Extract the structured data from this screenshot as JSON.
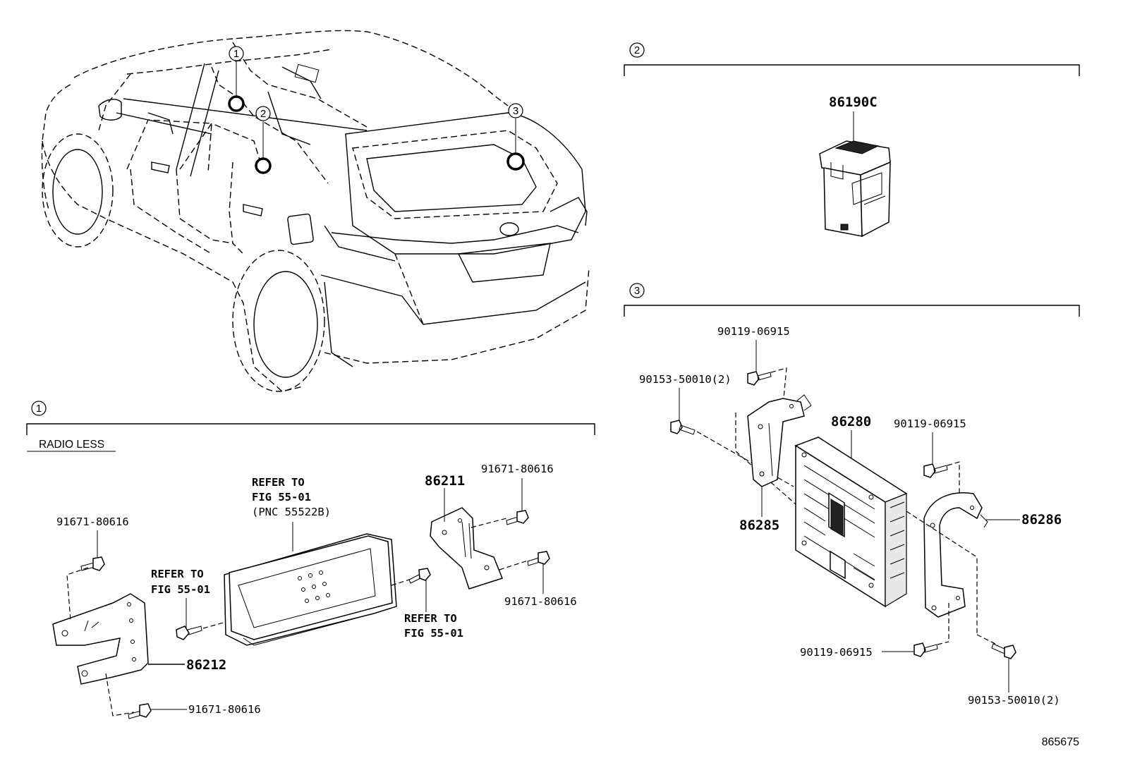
{
  "sections": [
    {
      "id": "1",
      "number": "1",
      "subtitle": "RADIO LESS"
    },
    {
      "id": "2",
      "number": "2"
    },
    {
      "id": "3",
      "number": "3"
    }
  ],
  "vehicle_callouts": [
    "1",
    "2",
    "3"
  ],
  "section1": {
    "bolt_top_left": "91671-80616",
    "refer_top": [
      "REFER TO",
      "FIG 55-01",
      "(PNC 55522B)"
    ],
    "refer_left": [
      "REFER TO",
      "FIG 55-01"
    ],
    "refer_right": [
      "REFER TO",
      "FIG 55-01"
    ],
    "bracket_right": "86211",
    "bolt_top_right": "91671-80616",
    "bolt_right": "91671-80616",
    "bracket_left": "86212",
    "bolt_bottom": "91671-80616"
  },
  "section2": {
    "switch": "86190C"
  },
  "section3": {
    "screw_top": "90119-06915",
    "screw_left": "90153-50010(2)",
    "amplifier": "86280",
    "screw_right_top": "90119-06915",
    "bracket_left": "86285",
    "bracket_right": "86286",
    "screw_bottom": "90119-06915",
    "screw_bottom_right": "90153-50010(2)"
  },
  "diagram_id": "865675"
}
